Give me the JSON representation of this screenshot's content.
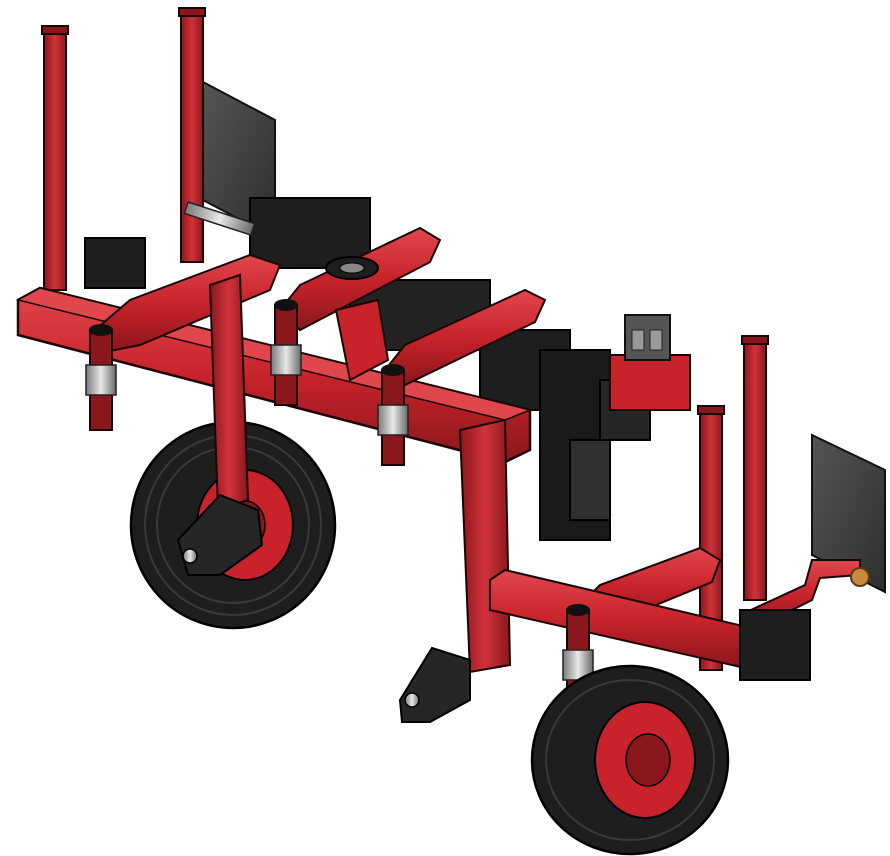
{
  "colors": {
    "frame": "#c8232a",
    "frame_dark": "#7e1418",
    "frame_light": "#e0474c",
    "outline": "#1a0606",
    "rubber": "#1e1e1e",
    "rubber_dark": "#0c0c0c",
    "steel": "#3a3a3a",
    "plate": "#454545",
    "chrome": "#bfbfbf",
    "brass": "#c88a3e",
    "background": "#ffffff"
  },
  "model": {
    "subject": "red-toolbar-cultivator-assembly",
    "wheel_count": 2,
    "vertical_post_count": 4,
    "shield_plate_count": 2
  }
}
